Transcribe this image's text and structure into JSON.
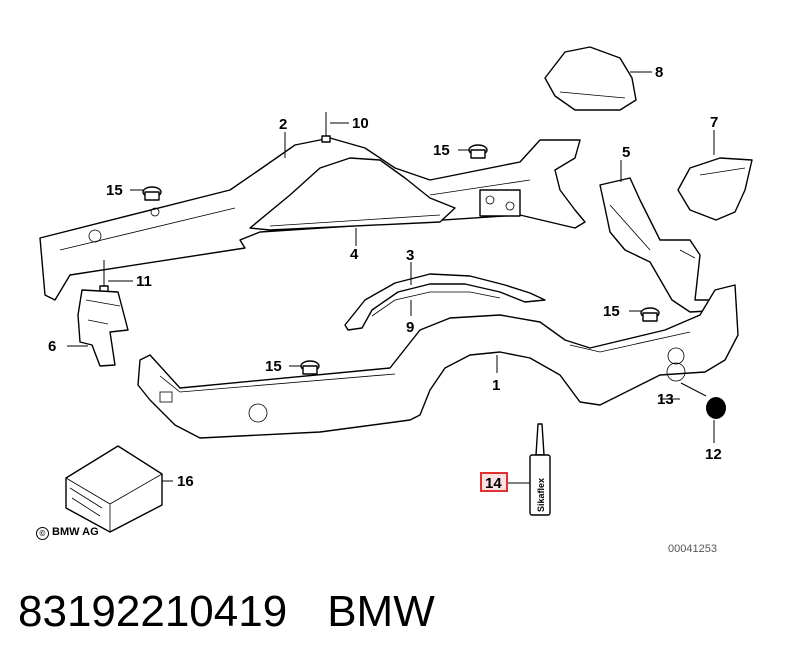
{
  "diagram": {
    "callouts": [
      "1",
      "2",
      "3",
      "4",
      "5",
      "6",
      "7",
      "8",
      "9",
      "10",
      "11",
      "12",
      "13",
      "14",
      "15",
      "15",
      "15",
      "15",
      "16"
    ],
    "highlighted_callout": "14",
    "highlight_color": "#e03030",
    "sealant_label": "Sikaflex",
    "copyright": "BMW AG",
    "copyright_symbol": "©",
    "doc_number": "00041253"
  },
  "caption": {
    "part_number": "83192210419",
    "brand": "BMW"
  }
}
